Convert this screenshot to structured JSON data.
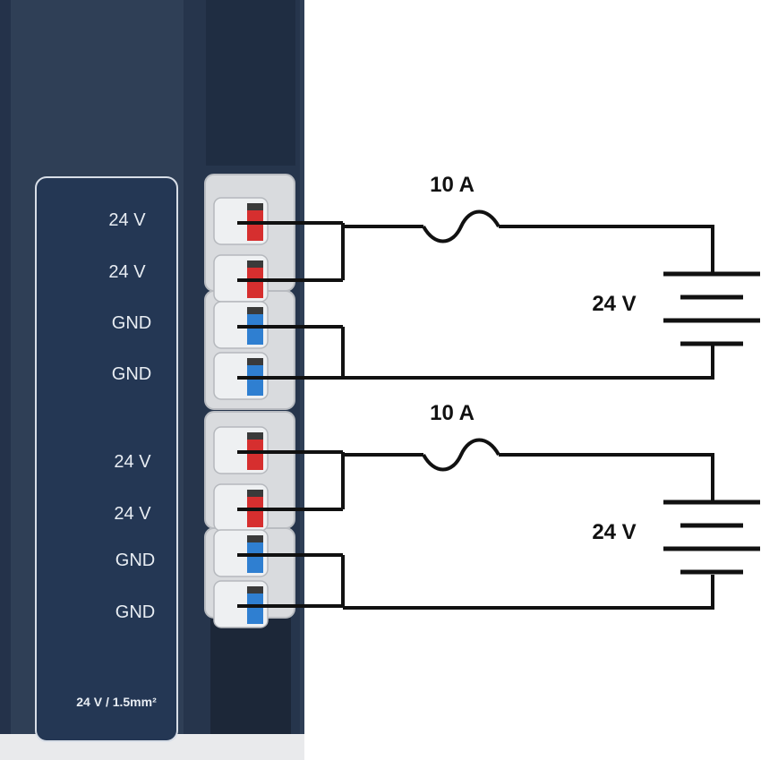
{
  "colors": {
    "housing": "#2f3f56",
    "housing_dark": "#1c2738",
    "panel_border": "#d8dee7",
    "terminal": "#d9dbde",
    "lever_red": "#d62f2f",
    "lever_blue": "#2f7fd1",
    "wire": "#111111"
  },
  "panel": {
    "labels": [
      "24 V",
      "24 V",
      "GND",
      "GND",
      "24 V",
      "24 V",
      "GND",
      "GND"
    ],
    "footer": "24 V / 1.5mm²"
  },
  "circuits": [
    {
      "fuse_label": "10 A",
      "supply_label": "24 V"
    },
    {
      "fuse_label": "10 A",
      "supply_label": "24 V"
    }
  ],
  "icons": [
    "fuse-icon",
    "battery-icon",
    "terminal-lever-icon"
  ]
}
